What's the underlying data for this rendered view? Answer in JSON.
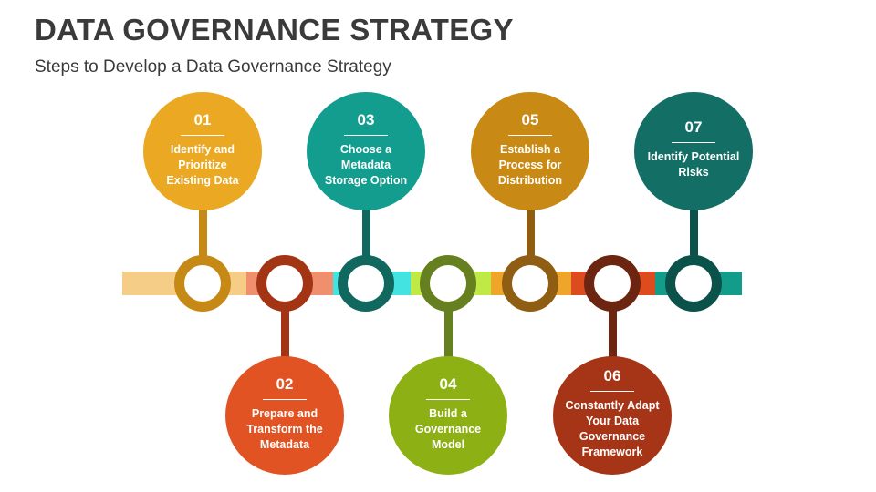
{
  "header": {
    "title": "DATA GOVERNANCE STRATEGY",
    "subtitle": "Steps to Develop a Data Governance Strategy"
  },
  "steps": [
    {
      "number": "01",
      "label": "Identify and Prioritize Existing Data",
      "color": "#eaa823",
      "ring_color": "#c78916",
      "track_color": "#f5cd86"
    },
    {
      "number": "02",
      "label": "Prepare and Transform the Metadata",
      "color": "#e25324",
      "ring_color": "#a33515",
      "track_color": "#ef8f6d"
    },
    {
      "number": "03",
      "label": "Choose a Metadata Storage Option",
      "color": "#139d8e",
      "ring_color": "#11685f",
      "track_color": "#42e3e0"
    },
    {
      "number": "04",
      "label": "Build a Governance Model",
      "color": "#8db114",
      "ring_color": "#667f1f",
      "track_color": "#bfea45"
    },
    {
      "number": "05",
      "label": "Establish a Process for Distribution",
      "color": "#c88a14",
      "ring_color": "#8f5e12",
      "track_color": "#eea52a"
    },
    {
      "number": "06",
      "label": "Constantly Adapt Your Data Governance Framework",
      "color": "#a63517",
      "ring_color": "#6b2511",
      "track_color": "#dd4c1f"
    },
    {
      "number": "07",
      "label": "Identify Potential Risks",
      "color": "#136e65",
      "ring_color": "#0b524b",
      "track_color": "#149c8b"
    }
  ]
}
